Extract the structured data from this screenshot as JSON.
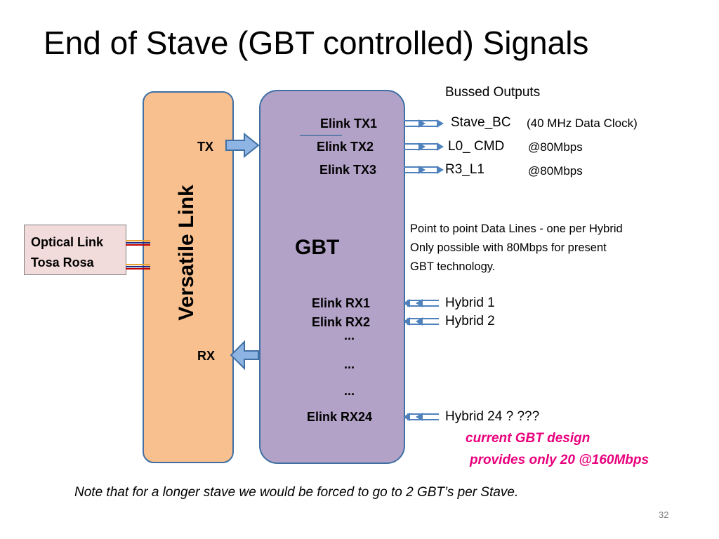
{
  "title": "End of Stave (GBT controlled) Signals",
  "versatile_link": {
    "label": "Versatile Link",
    "tx": "TX",
    "rx": "RX"
  },
  "gbt": {
    "label": "GBT",
    "tx": [
      "Elink TX1",
      "Elink TX2",
      "Elink TX3"
    ],
    "rx": [
      "Elink RX1",
      "Elink RX2"
    ],
    "ellipsis": "...",
    "rx_last": "Elink RX24"
  },
  "optical_link": {
    "line1": "Optical Link",
    "line2": "Tosa Rosa"
  },
  "bussed_outputs": {
    "heading": "Bussed  Outputs",
    "items": [
      {
        "name": "Stave_BC",
        "detail": "(40 MHz Data Clock)"
      },
      {
        "name": "L0_ CMD",
        "detail": "@80Mbps"
      },
      {
        "name": "R3_L1",
        "detail": "@80Mbps"
      }
    ]
  },
  "point_to_point_note": [
    "Point to point Data Lines - one per Hybrid",
    "Only possible with 80Mbps for present",
    "GBT technology."
  ],
  "hybrids": [
    "Hybrid 1",
    "Hybrid 2"
  ],
  "hybrid_last": "Hybrid 24  ? ???",
  "design_note": [
    "current GBT design",
    "provides only 20 @160Mbps"
  ],
  "footnote": "Note that for a longer stave  we would be forced to go to  2  GBT’s per Stave.",
  "page_number": "32",
  "colors": {
    "vlink_fill": "#f9c08f",
    "gbt_fill": "#b3a2c7",
    "border": "#3f6fa3",
    "arrow": "#4f81bd",
    "highlight": "#e8007c",
    "optical_fill": "#f2dcdb"
  }
}
